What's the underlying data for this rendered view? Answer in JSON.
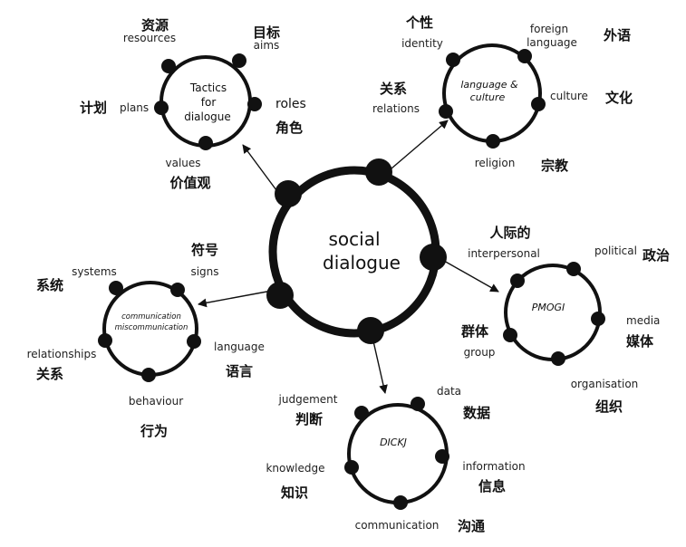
{
  "center": {
    "line1": "social",
    "line2": "dialogue"
  },
  "tactics": {
    "inner": [
      "Tactics",
      "for",
      "dialogue"
    ],
    "labels": {
      "resources": "resources",
      "resources_zh": "资源",
      "aims": "aims",
      "aims_zh": "目标",
      "roles": "roles",
      "roles_zh": "角色",
      "plans": "plans",
      "plans_zh": "计划",
      "values": "values",
      "values_zh": "价值观"
    }
  },
  "language": {
    "inner": [
      "language &",
      "culture"
    ],
    "labels": {
      "identity": "identity",
      "identity_zh": "个性",
      "foreign": [
        "foreign",
        "language"
      ],
      "foreign_zh": "外语",
      "culture": "culture",
      "culture_zh": "文化",
      "religion": "religion",
      "religion_zh": "宗教",
      "relations": "relations",
      "relations_zh": "关系"
    }
  },
  "pmogi": {
    "inner": "PMOGI",
    "labels": {
      "interpersonal": "interpersonal",
      "interpersonal_zh": "人际的",
      "political": "political",
      "political_zh": "政治",
      "media": "media",
      "media_zh": "媒体",
      "organisation": "organisation",
      "organisation_zh": "组织",
      "group": "group",
      "group_zh": "群体"
    }
  },
  "dickj": {
    "inner": "DICKJ",
    "labels": {
      "data": "data",
      "data_zh": "数据",
      "information": "information",
      "information_zh": "信息",
      "communication": "communication",
      "communication_zh": "沟通",
      "knowledge": "knowledge",
      "knowledge_zh": "知识",
      "judgement": "judgement",
      "judgement_zh": "判断"
    }
  },
  "comm": {
    "inner": [
      "communication",
      "miscommunication"
    ],
    "labels": {
      "signs": "signs",
      "signs_zh": "符号",
      "systems": "systems",
      "systems_zh": "系统",
      "language": "language",
      "language_zh": "语言",
      "relationships": "relationships",
      "relationships_zh": "关系",
      "behaviour": "behaviour",
      "behaviour_zh": "行为"
    }
  }
}
